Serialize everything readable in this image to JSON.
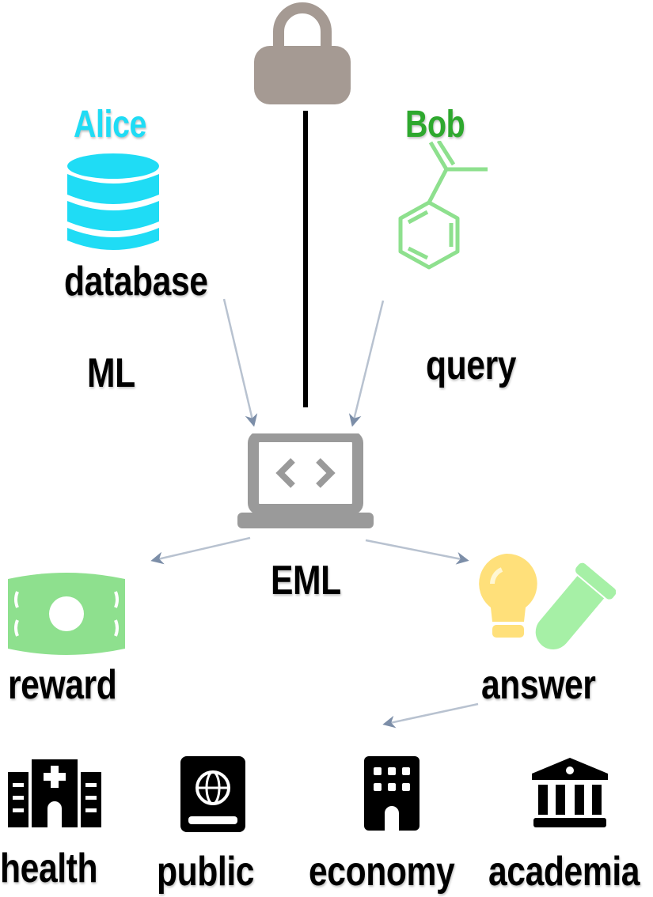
{
  "top": {
    "lock_icon": "lock-icon"
  },
  "alice": {
    "name": "Alice",
    "color": "#1fdcf5",
    "icon": "database-icon",
    "label": "database"
  },
  "bob": {
    "name": "Bob",
    "color": "#2ea82e",
    "icon": "molecule-icon",
    "label": "query"
  },
  "ml_label": "ML",
  "center": {
    "icon": "laptop-code-icon",
    "label": "EML"
  },
  "outputs": {
    "reward": {
      "icon": "money-icon",
      "label": "reward",
      "color": "#8ee08e"
    },
    "answer": {
      "icon": "lightbulb-testtube-icon",
      "label": "answer",
      "bulb_color": "#ffe07a",
      "tube_color": "#a6f0a6"
    }
  },
  "domains": [
    {
      "icon": "hospital-icon",
      "label": "health"
    },
    {
      "icon": "passport-icon",
      "label": "public"
    },
    {
      "icon": "building-icon",
      "label": "economy"
    },
    {
      "icon": "university-icon",
      "label": "academia"
    }
  ]
}
